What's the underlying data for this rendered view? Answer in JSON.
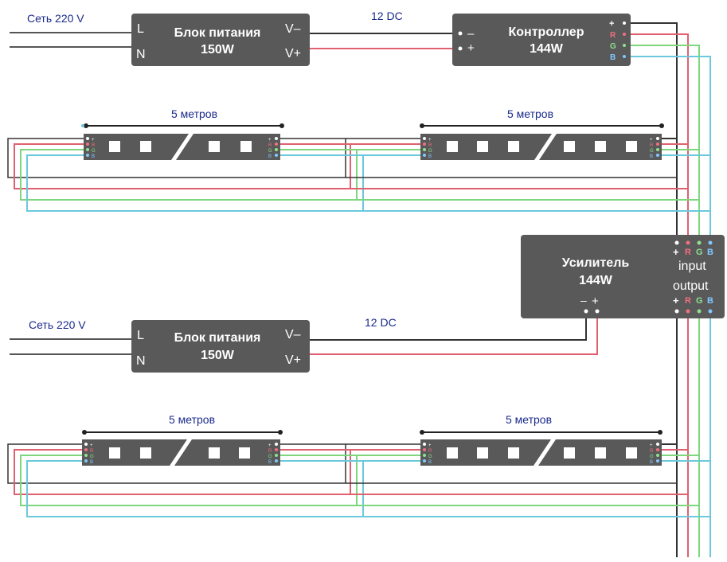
{
  "colors": {
    "block": "#595959",
    "block_text": "#ffffff",
    "wire_black": "#333333",
    "wire_red": "#e06070",
    "wire_green": "#7ed67e",
    "wire_blue": "#6cc8dc",
    "label_blue": "#1a2a8c",
    "pin_red": "#f07080",
    "pin_green": "#8fe08f",
    "pin_blue": "#80c8ff"
  },
  "top": {
    "mains_label": "Сеть 220 V",
    "psu": {
      "title": "Блок питания",
      "power": "150W",
      "L": "L",
      "N": "N",
      "vminus": "V–",
      "vplus": "V+"
    },
    "dc_label": "12 DC",
    "controller": {
      "title": "Контроллер",
      "power": "144W",
      "minus": "–",
      "plus": "+",
      "out_plus": "+",
      "out_r": "R",
      "out_g": "G",
      "out_b": "B"
    },
    "strip_left_label": "5 метров",
    "strip_right_label": "5 метров"
  },
  "amplifier": {
    "title": "Усилитель",
    "power": "144W",
    "input_label": "input",
    "output_label": "output",
    "in_plus": "+",
    "in_r": "R",
    "in_g": "G",
    "in_b": "B",
    "out_plus": "+",
    "out_r": "R",
    "out_g": "G",
    "out_b": "B",
    "pwr_minus": "–",
    "pwr_plus": "+"
  },
  "bottom": {
    "mains_label": "Сеть 220 V",
    "psu": {
      "title": "Блок питания",
      "power": "150W",
      "L": "L",
      "N": "N",
      "vminus": "V–",
      "vplus": "V+"
    },
    "dc_label": "12 DC",
    "strip_left_label": "5 метров",
    "strip_right_label": "5 метров"
  },
  "strip_pins": [
    "+",
    "R",
    "G",
    "B"
  ]
}
